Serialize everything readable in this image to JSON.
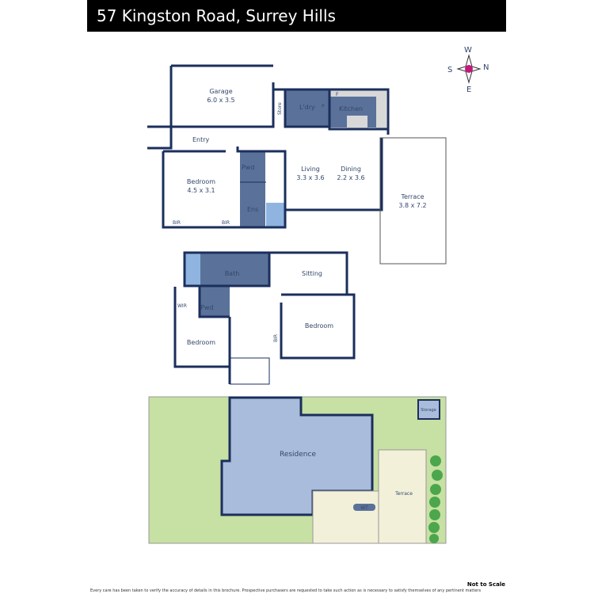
{
  "header": {
    "title": "57 Kingston Road, Surrey Hills"
  },
  "compass": {
    "w": "W",
    "s": "S",
    "n": "N",
    "e": "E"
  },
  "ground_floor": {
    "garage": {
      "name": "Garage",
      "size": "6.0 x 3.5"
    },
    "store": "Store",
    "laundry": "L'dry",
    "pantry": "P",
    "fridge": "F",
    "kitchen": "Kitchen",
    "entry": "Entry",
    "bedroom": {
      "name": "Bedroom",
      "size": "4.5 x 3.1"
    },
    "pwd": "Pwd",
    "ens": "Ens",
    "bir1": "BIR",
    "bir2": "BIR",
    "living": {
      "name": "Living",
      "size": "3.3 x 3.6"
    },
    "dining": {
      "name": "Dining",
      "size": "2.2 x 3.6"
    },
    "terrace": {
      "name": "Terrace",
      "size": "3.8 x 7.2"
    }
  },
  "first_floor": {
    "bath": "Bath",
    "sitting": "Sitting",
    "wir": "WIR",
    "pwd": "Pwd",
    "bedroom1": "Bedroom",
    "bir": "BIR",
    "bedroom2": "Bedroom"
  },
  "site": {
    "residence": "Residence",
    "storage": "Storage",
    "wt": "WT",
    "terrace": "Terrace"
  },
  "footer": {
    "not_to_scale": "Not to Scale",
    "disclaimer": "Every care has been taken to verify the accuracy of details in this brochure. Prospective purchasers are requested to take such action as is necessary to satisfy themselves of any pertinent matters"
  },
  "colors": {
    "wall": "#1b2f5c",
    "wet_area": "#5a7299",
    "tile": "#8fb4e0",
    "residence": "#a9bcdb",
    "garden": "#c7e0a3",
    "compass": "#c2187a"
  }
}
